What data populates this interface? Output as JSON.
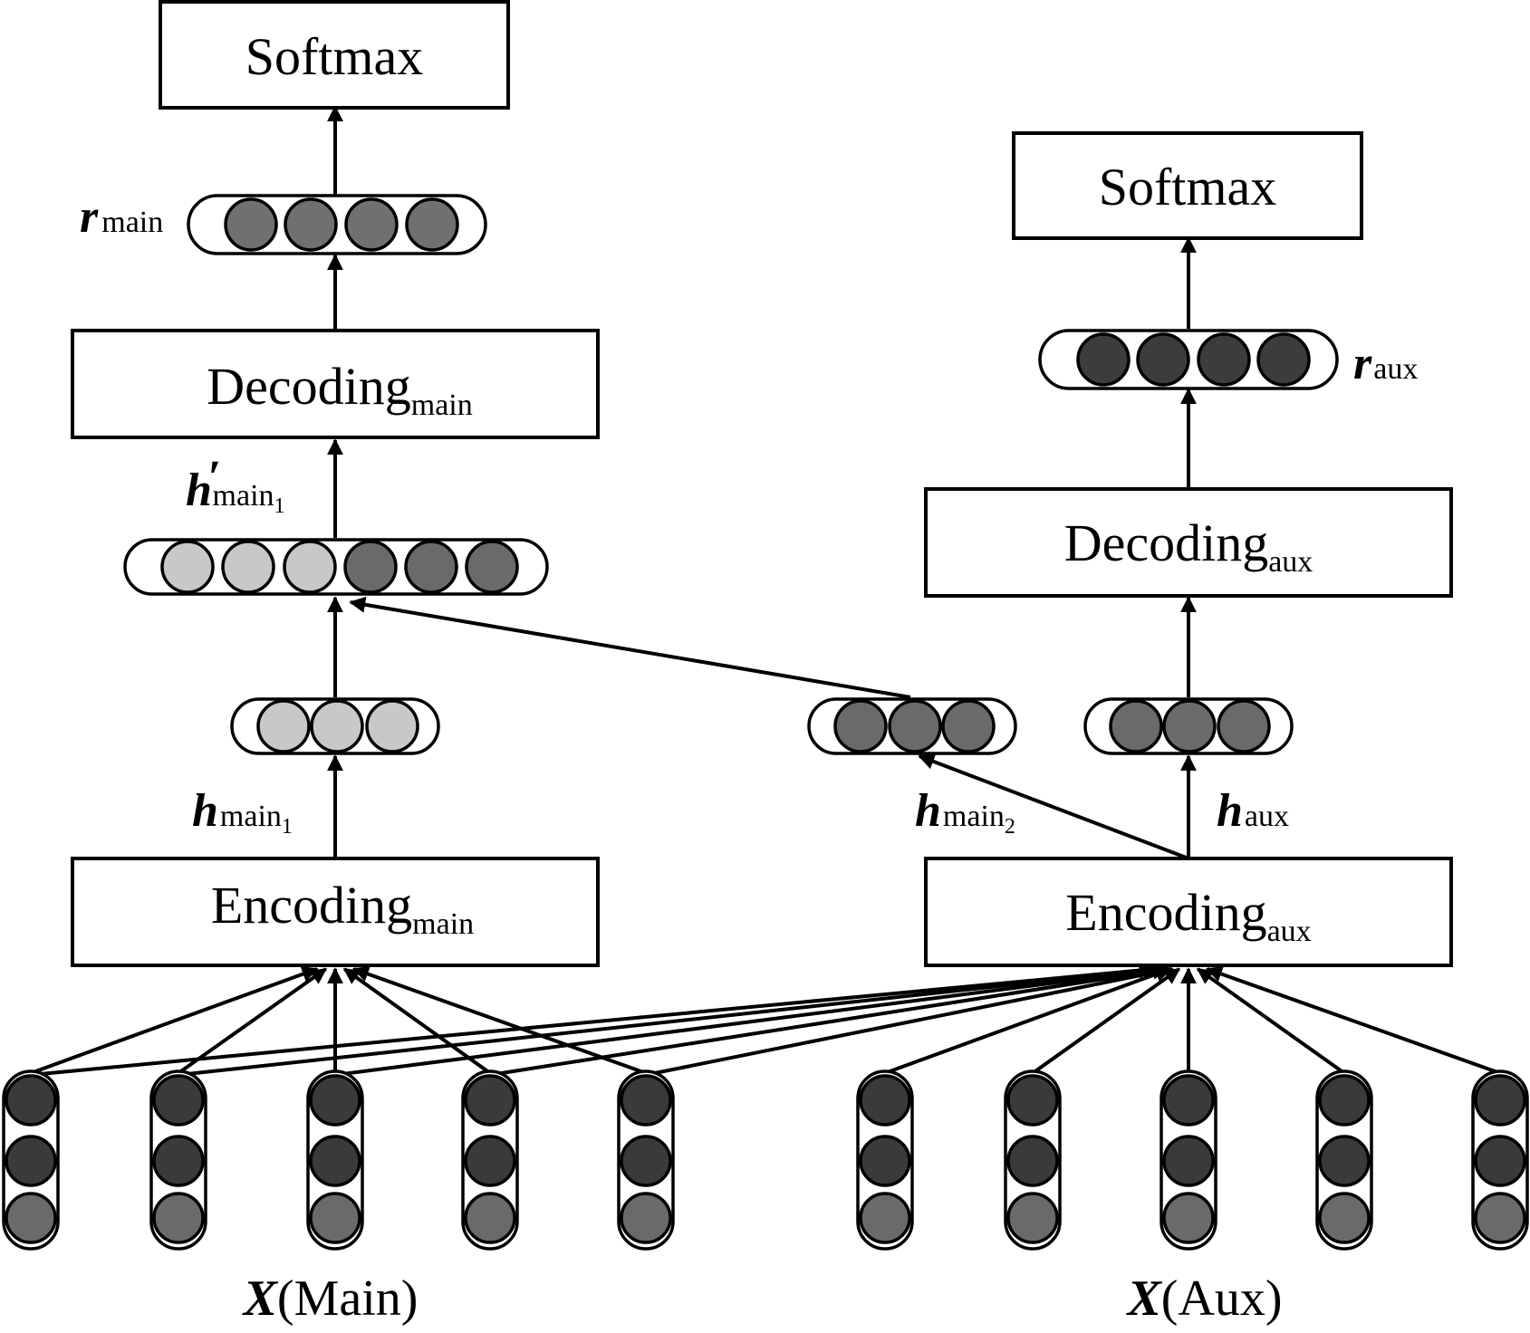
{
  "boxes": {
    "softmax_main": {
      "text": "Softmax"
    },
    "softmax_aux": {
      "text": "Softmax"
    },
    "decoding_main": {
      "text": "Decoding",
      "sub": "main"
    },
    "decoding_aux": {
      "text": "Decoding",
      "sub": "aux"
    },
    "encoding_main": {
      "text": "Encoding",
      "sub": "main"
    },
    "encoding_aux": {
      "text": "Encoding",
      "sub": "aux"
    }
  },
  "vector_labels": {
    "r_main": {
      "sym": "r",
      "sub": "main"
    },
    "r_aux": {
      "sym": "r",
      "sub": "aux"
    },
    "h_prime_main1": {
      "sym": "h",
      "prime": "′",
      "sub": "main",
      "subsub": "1"
    },
    "h_main1": {
      "sym": "h",
      "sub": "main",
      "subsub": "1"
    },
    "h_main2": {
      "sym": "h",
      "sub": "main",
      "subsub": "2"
    },
    "h_aux": {
      "sym": "h",
      "sub": "aux"
    }
  },
  "input_labels": {
    "main": {
      "sym": "X",
      "rest": "(Main)"
    },
    "aux": {
      "sym": "X",
      "rest": "(Aux)"
    }
  },
  "colors": {
    "dark_node": "#3a3a3a",
    "mid_node": "#6a6a6a",
    "light_node": "#c8c8c8",
    "r_main_node": "#707070",
    "r_aux_node": "#3c3c3c"
  }
}
